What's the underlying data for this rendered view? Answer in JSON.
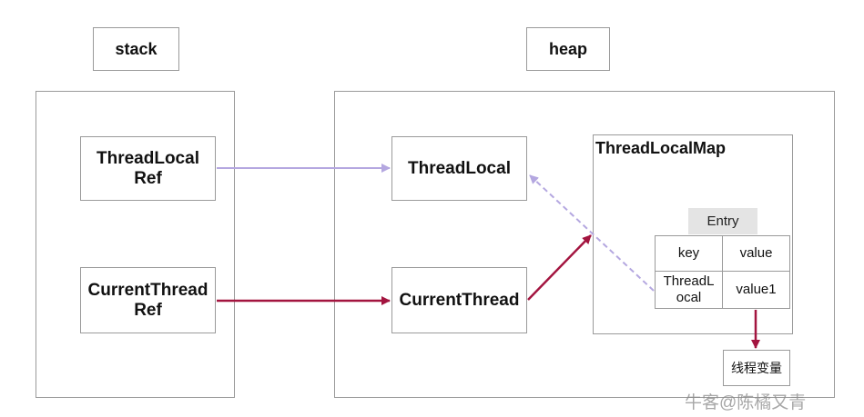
{
  "labels": {
    "stack": "stack",
    "heap": "heap"
  },
  "stack": {
    "threadlocal_ref_line1": "ThreadLocal",
    "threadlocal_ref_line2": "Ref",
    "currentthread_ref_line1": "CurrentThread",
    "currentthread_ref_line2": "Ref"
  },
  "heap": {
    "threadlocal": "ThreadLocal",
    "currentthread": "CurrentThread",
    "map_title": "ThreadLocalMap",
    "entry": {
      "header": "Entry",
      "key_label": "key",
      "value_label": "value",
      "key_val_line1": "ThreadL",
      "key_val_line2": "ocal",
      "value_val": "value1"
    }
  },
  "thread_variable": "线程变量",
  "watermark": "牛客@陈橘又青",
  "colors": {
    "weak_ref": "#b4a7e0",
    "strong_ref": "#a3143f",
    "border": "#9a9a9a"
  }
}
